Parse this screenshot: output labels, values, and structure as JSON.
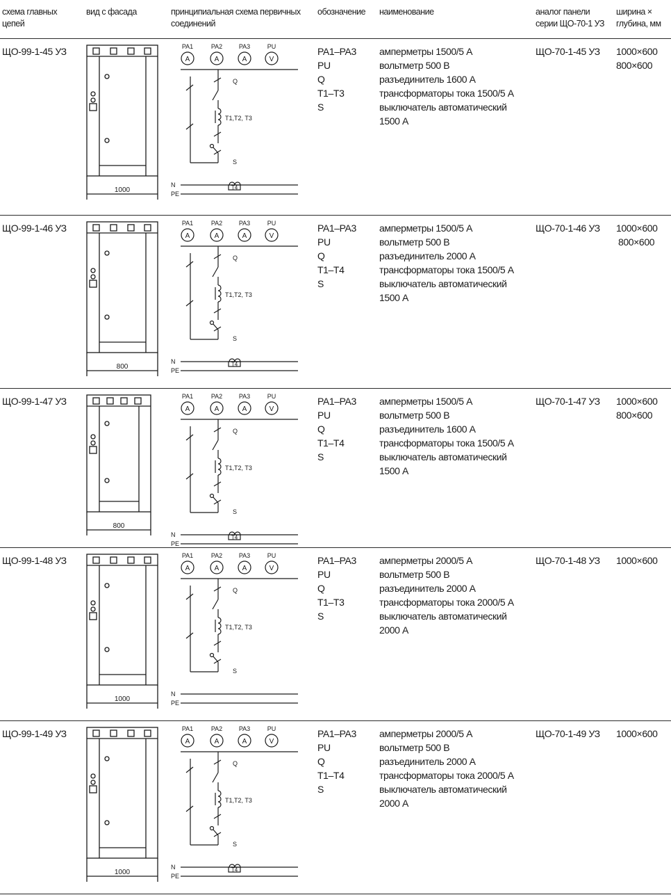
{
  "header": {
    "col_scheme": [
      "схема главных",
      "цепей"
    ],
    "col_facade": [
      "вид с фасада"
    ],
    "col_diagram": [
      "принципиальная схема первичных",
      "соединений"
    ],
    "col_designation": [
      "обозначение"
    ],
    "col_name": [
      "наименование"
    ],
    "col_analog": [
      "аналог панели",
      "серии ЩО-70-1 УЗ"
    ],
    "col_dims": [
      "ширина ×",
      "глубина, мм"
    ]
  },
  "diagram_labels": {
    "meters": [
      "PA1",
      "PA2",
      "PA3",
      "PU"
    ],
    "meter_symbols": [
      "A",
      "A",
      "A",
      "V"
    ],
    "q": "Q",
    "tt": "T1,T2, T3",
    "s": "S",
    "n": "N",
    "pe": "PE",
    "t4": "T4"
  },
  "rows": [
    {
      "code": "ЩО-99-1-45 УЗ",
      "facade_width": "1000",
      "designations": [
        "PA1–PA3",
        "PU",
        "Q",
        "T1–T3",
        "S"
      ],
      "names": [
        "амперметры 1500/5 А",
        "вольтметр 500 В",
        "разъединитель 1600 А",
        "трансформаторы тока 1500/5 А",
        "выключатель автоматический",
        "1500 А"
      ],
      "analog": "ЩО-70-1-45 УЗ",
      "dims": [
        "1000×600",
        "800×600"
      ]
    },
    {
      "code": "ЩО-99-1-46 УЗ",
      "facade_width": "800",
      "designations": [
        "PA1–PA3",
        "PU",
        "Q",
        "T1–T4",
        "S"
      ],
      "names": [
        "амперметры 1500/5 А",
        "вольтметр 500 В",
        "разъединитель 2000 А",
        "трансформаторы тока 1500/5 А",
        "выключатель автоматический",
        "1500 А"
      ],
      "analog": "ЩО-70-1-46 УЗ",
      "dims": [
        "1000×600",
        "800×600"
      ]
    },
    {
      "code": "ЩО-99-1-47 УЗ",
      "facade_width": "800",
      "designations": [
        "PA1–PA3",
        "PU",
        "Q",
        "T1–T4",
        "S"
      ],
      "names": [
        "амперметры 1500/5 А",
        "вольтметр 500 В",
        "разъединитель 1600 А",
        "трансформаторы тока 1500/5 А",
        "выключатель автоматический",
        "1500 А"
      ],
      "analog": "ЩО-70-1-47 УЗ",
      "dims": [
        "1000×600",
        "800×600"
      ]
    },
    {
      "code": "ЩО-99-1-48 УЗ",
      "facade_width": "1000",
      "designations": [
        "PA1–PA3",
        "PU",
        "Q",
        "T1–T3",
        "S"
      ],
      "names": [
        "амперметры 2000/5 А",
        "вольтметр 500 В",
        "разъединитель 2000 А",
        "трансформаторы тока 2000/5 А",
        "выключатель автоматический",
        "2000 А"
      ],
      "analog": "ЩО-70-1-48 УЗ",
      "dims": [
        "1000×600"
      ]
    },
    {
      "code": "ЩО-99-1-49 УЗ",
      "facade_width": "1000",
      "designations": [
        "PA1–PA3",
        "PU",
        "Q",
        "T1–T4",
        "S"
      ],
      "names": [
        "амперметры 2000/5 А",
        "вольтметр 500 В",
        "разъединитель 2000 А",
        "трансформаторы тока 2000/5 А",
        "выключатель автоматический",
        "2000 А"
      ],
      "analog": "ЩО-70-1-49 УЗ",
      "dims": [
        "1000×600"
      ]
    }
  ]
}
